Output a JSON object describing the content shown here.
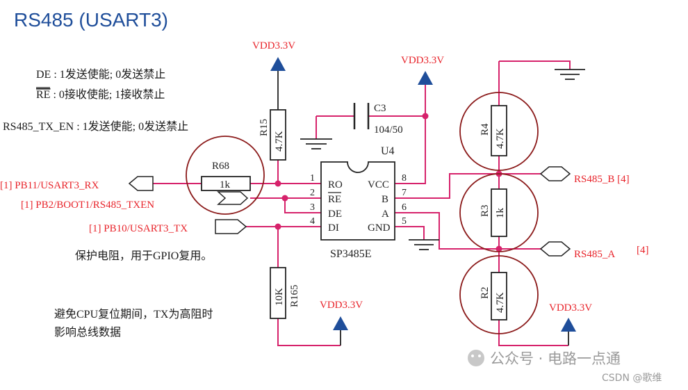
{
  "title": "RS485 (USART3)",
  "notes": {
    "de": "DE : 1发送使能; 0发送禁止",
    "re_prefix": "RE",
    "re_rest": " : 0接收使能; 1接收禁止",
    "txen": "RS485_TX_EN : 1发送使能; 0发送禁止",
    "protect": "保护电阻，用于GPIO复用。",
    "avoid_line1": "避免CPU复位期间，TX为高阻时",
    "avoid_line2": "影响总线数据"
  },
  "power": {
    "vdd_r15": "VDD3.3V",
    "vdd_c3": "VDD3.3V",
    "vdd_r165": "VDD3.3V",
    "vdd_r2": "VDD3.3V"
  },
  "components": {
    "r15": {
      "ref": "R15",
      "value": "4.7K"
    },
    "r68": {
      "ref": "R68",
      "value": "1k"
    },
    "r165": {
      "ref": "R165",
      "value": "10K"
    },
    "c3": {
      "ref": "C3",
      "value": "104/50"
    },
    "r4": {
      "ref": "R4",
      "value": "4.7K"
    },
    "r3": {
      "ref": "R3",
      "value": "1k"
    },
    "r2": {
      "ref": "R2",
      "value": "4.7K"
    }
  },
  "ic": {
    "ref": "U4",
    "part": "SP3485E",
    "left_pins": [
      {
        "num": "1",
        "name": "RO"
      },
      {
        "num": "2",
        "name": "RE"
      },
      {
        "num": "3",
        "name": "DE"
      },
      {
        "num": "4",
        "name": "DI"
      }
    ],
    "right_pins": [
      {
        "num": "8",
        "name": "VCC"
      },
      {
        "num": "7",
        "name": "B"
      },
      {
        "num": "6",
        "name": "A"
      },
      {
        "num": "5",
        "name": "GND"
      }
    ]
  },
  "nets": {
    "rx": "[1] PB11/USART3_RX",
    "txen": "[1] PB2/BOOT1/RS485_TXEN",
    "tx": "[1] PB10/USART3_TX",
    "bus_b": "RS485_B [4]",
    "bus_a_name": "RS485_A",
    "bus_a_ref": "[4]"
  },
  "watermark": {
    "brand": "公众号 · 电路一点通",
    "credit": "CSDN @歌维"
  },
  "colors": {
    "title": "#1f4e9a",
    "wire": "#d6226b",
    "component": "#222222",
    "highlight_circle": "#8b1a1a",
    "net_label": "#e8232a",
    "power_arrow": "#1f4e9a"
  }
}
